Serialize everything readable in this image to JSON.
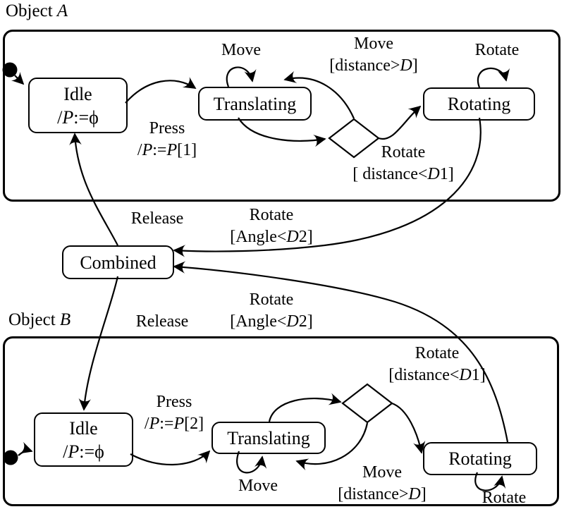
{
  "colors": {
    "ink": "#000000",
    "background": "#ffffff"
  },
  "objects": {
    "a": {
      "title": [
        {
          "t": "Object "
        },
        {
          "t": "A",
          "i": 1
        }
      ],
      "states": {
        "idle": {
          "line1": [
            {
              "t": "Idle"
            }
          ],
          "line2": [
            {
              "t": "/"
            },
            {
              "t": "P",
              "i": 1
            },
            {
              "t": ":="
            },
            {
              "t": "ϕ"
            }
          ]
        },
        "translating": {
          "line1": [
            {
              "t": "Translating"
            }
          ]
        },
        "rotating": {
          "line1": [
            {
              "t": "Rotating"
            }
          ]
        }
      },
      "transitions": {
        "move_self": [
          {
            "t": "Move"
          }
        ],
        "move_guard_event": [
          {
            "t": "Move"
          }
        ],
        "move_guard_cond": [
          {
            "t": "[distance>"
          },
          {
            "t": "D",
            "i": 1
          },
          {
            "t": "]"
          }
        ],
        "rotate_self": [
          {
            "t": "Rotate"
          }
        ],
        "press_event": [
          {
            "t": "Press"
          }
        ],
        "press_action": [
          {
            "t": "/"
          },
          {
            "t": "P",
            "i": 1
          },
          {
            "t": ":="
          },
          {
            "t": "P",
            "i": 1
          },
          {
            "t": "[1]"
          }
        ],
        "rotate_guard_event": [
          {
            "t": "Rotate"
          }
        ],
        "rotate_guard_cond": [
          {
            "t": "[ distance<"
          },
          {
            "t": "D",
            "i": 1
          },
          {
            "t": "1]"
          }
        ]
      }
    },
    "b": {
      "title": [
        {
          "t": "Object "
        },
        {
          "t": "B",
          "i": 1
        }
      ],
      "states": {
        "idle": {
          "line1": [
            {
              "t": "Idle"
            }
          ],
          "line2": [
            {
              "t": "/"
            },
            {
              "t": "P",
              "i": 1
            },
            {
              "t": ":="
            },
            {
              "t": "ϕ"
            }
          ]
        },
        "translating": {
          "line1": [
            {
              "t": "Translating"
            }
          ]
        },
        "rotating": {
          "line1": [
            {
              "t": "Rotating"
            }
          ]
        }
      },
      "transitions": {
        "move_self": [
          {
            "t": "Move"
          }
        ],
        "move_guard_event": [
          {
            "t": "Move"
          }
        ],
        "move_guard_cond": [
          {
            "t": "[distance>"
          },
          {
            "t": "D",
            "i": 1
          },
          {
            "t": "]"
          }
        ],
        "rotate_self": [
          {
            "t": "Rotate"
          }
        ],
        "press_event": [
          {
            "t": "Press"
          }
        ],
        "press_action": [
          {
            "t": "/"
          },
          {
            "t": "P",
            "i": 1
          },
          {
            "t": ":="
          },
          {
            "t": "P",
            "i": 1
          },
          {
            "t": "[2]"
          }
        ],
        "rotate_guard_event": [
          {
            "t": "Rotate"
          }
        ],
        "rotate_guard_cond": [
          {
            "t": "[distance<"
          },
          {
            "t": "D",
            "i": 1
          },
          {
            "t": "1]"
          }
        ]
      }
    }
  },
  "shared": {
    "combined_state": [
      {
        "t": "Combined"
      }
    ],
    "release_a": [
      {
        "t": "Release"
      }
    ],
    "rotate_angle_a_event": [
      {
        "t": "Rotate"
      }
    ],
    "rotate_angle_a_cond": [
      {
        "t": "[Angle<"
      },
      {
        "t": "D",
        "i": 1
      },
      {
        "t": "2]"
      }
    ],
    "release_b": [
      {
        "t": "Release"
      }
    ],
    "rotate_angle_b_event": [
      {
        "t": "Rotate"
      }
    ],
    "rotate_angle_b_cond": [
      {
        "t": "[Angle<"
      },
      {
        "t": "D",
        "i": 1
      },
      {
        "t": "2]"
      }
    ]
  }
}
